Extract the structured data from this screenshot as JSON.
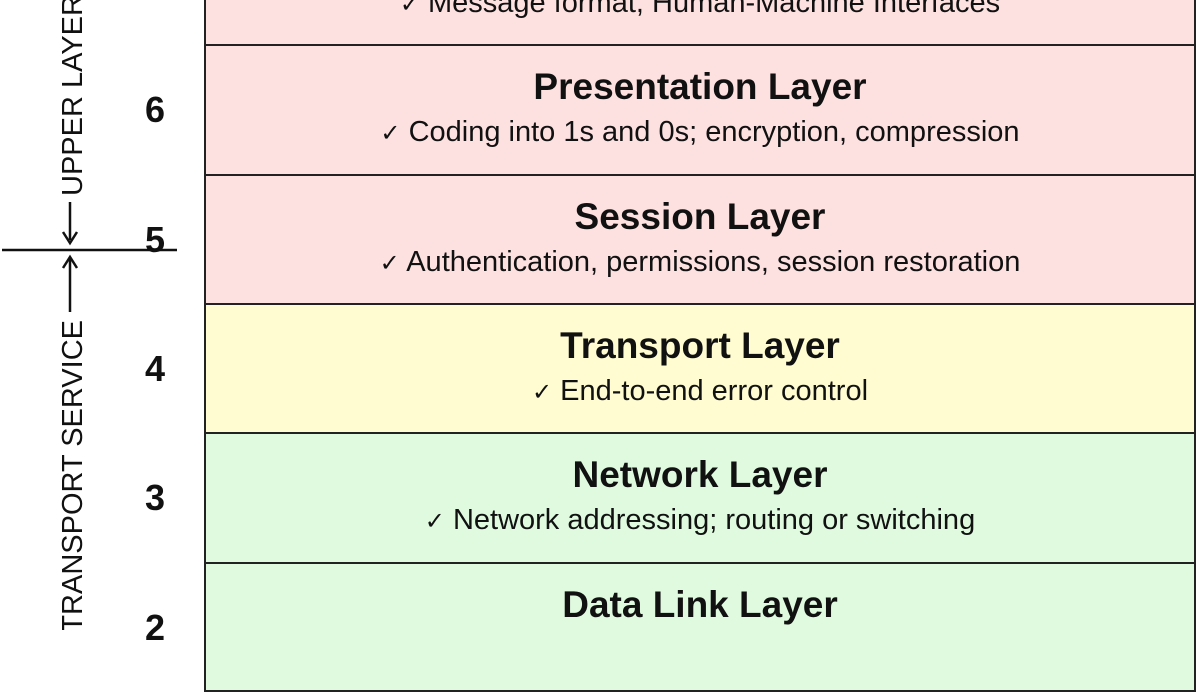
{
  "colors": {
    "upper": "#fde0e0",
    "transport": "#fefcd0",
    "lower": "#e0fae0",
    "line": "#222222"
  },
  "side": {
    "upper_label": "UPPER LAYERS",
    "lower_label": "TRANSPORT SERVICE"
  },
  "check": "✓",
  "layers": [
    {
      "number": "",
      "title": "",
      "desc": "Message format, Human-Machine Interfaces",
      "group": "upper"
    },
    {
      "number": "6",
      "title": "Presentation Layer",
      "desc": "Coding into 1s and 0s; encryption, compression",
      "group": "upper"
    },
    {
      "number": "5",
      "title": "Session Layer",
      "desc": "Authentication, permissions, session restoration",
      "group": "upper"
    },
    {
      "number": "4",
      "title": "Transport Layer",
      "desc": "End-to-end error control",
      "group": "transport"
    },
    {
      "number": "3",
      "title": "Network Layer",
      "desc": "Network addressing; routing or switching",
      "group": "lower"
    },
    {
      "number": "2",
      "title": "Data Link Layer",
      "desc": "",
      "group": "lower"
    }
  ]
}
